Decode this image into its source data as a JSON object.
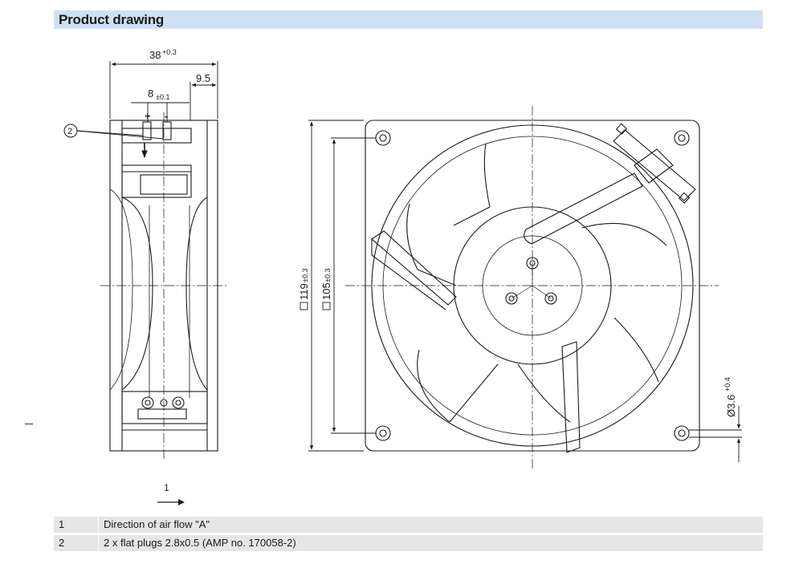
{
  "header": {
    "title": "Product drawing"
  },
  "dimensions": {
    "width_main": "38",
    "width_main_tol": "+0.3",
    "offset": "9.5",
    "plug_spacing": "8",
    "plug_spacing_tol": "±0.1",
    "plus": "+",
    "minus": "-",
    "square_outer": "119",
    "square_outer_tol": "±0.3",
    "square_mount": "105",
    "square_mount_tol": "±0.3",
    "hole_dia": "Ø3.6",
    "hole_dia_tol": "+0.4"
  },
  "callouts": {
    "one": "1",
    "two": "2"
  },
  "legend": [
    {
      "num": "1",
      "desc": "Direction of air flow \"A\""
    },
    {
      "num": "2",
      "desc": "2 x flat plugs 2.8x0.5 (AMP no. 170058-2)"
    }
  ],
  "colors": {
    "header_bg": "#cfe0f5",
    "row_bg": "#e6e6e6",
    "line": "#1a1a1a"
  }
}
